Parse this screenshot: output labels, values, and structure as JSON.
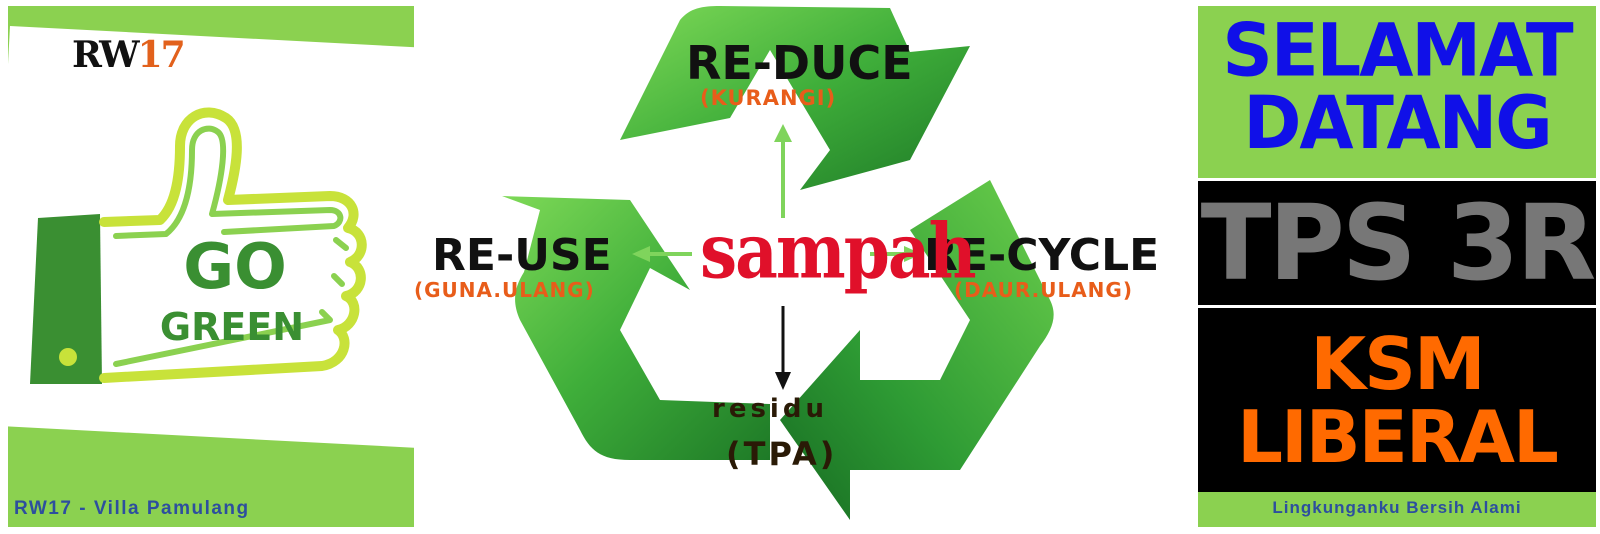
{
  "left_banner": {
    "logo_rw": "RW",
    "logo_num": "17",
    "go": "GO",
    "green": "GREEN",
    "footer": "RW17 - Villa Pamulang"
  },
  "center": {
    "reduce": "RE-DUCE",
    "reduce_sub": "(KURANGI)",
    "reuse": "RE-USE",
    "reuse_sub": "(GUNA.ULANG)",
    "recycle": "RE-CYCLE",
    "recycle_sub": "(DAUR.ULANG)",
    "sampah": "sampah",
    "residu": "residu",
    "tpa": "(TPA)"
  },
  "right_banner": {
    "welcome_line1": "SELAMAT",
    "welcome_line2": "DATANG",
    "tps": "TPS 3R",
    "ksm_line1": "KSM",
    "ksm_line2": "LIBERAL",
    "footer": "Lingkunganku Bersih Alami"
  },
  "colors": {
    "light_green": "#8bd150",
    "dark_green": "#3a8f32",
    "welcome_blue": "#1010e8",
    "tps_gray": "#777777",
    "ksm_orange": "#ff6a00",
    "sub_orange": "#e85d1a",
    "sampah_red": "#e0102a",
    "footer_blue": "#2d4f9e"
  },
  "icons": [
    "thumbs-up-icon",
    "recycle-arrows-icon"
  ]
}
